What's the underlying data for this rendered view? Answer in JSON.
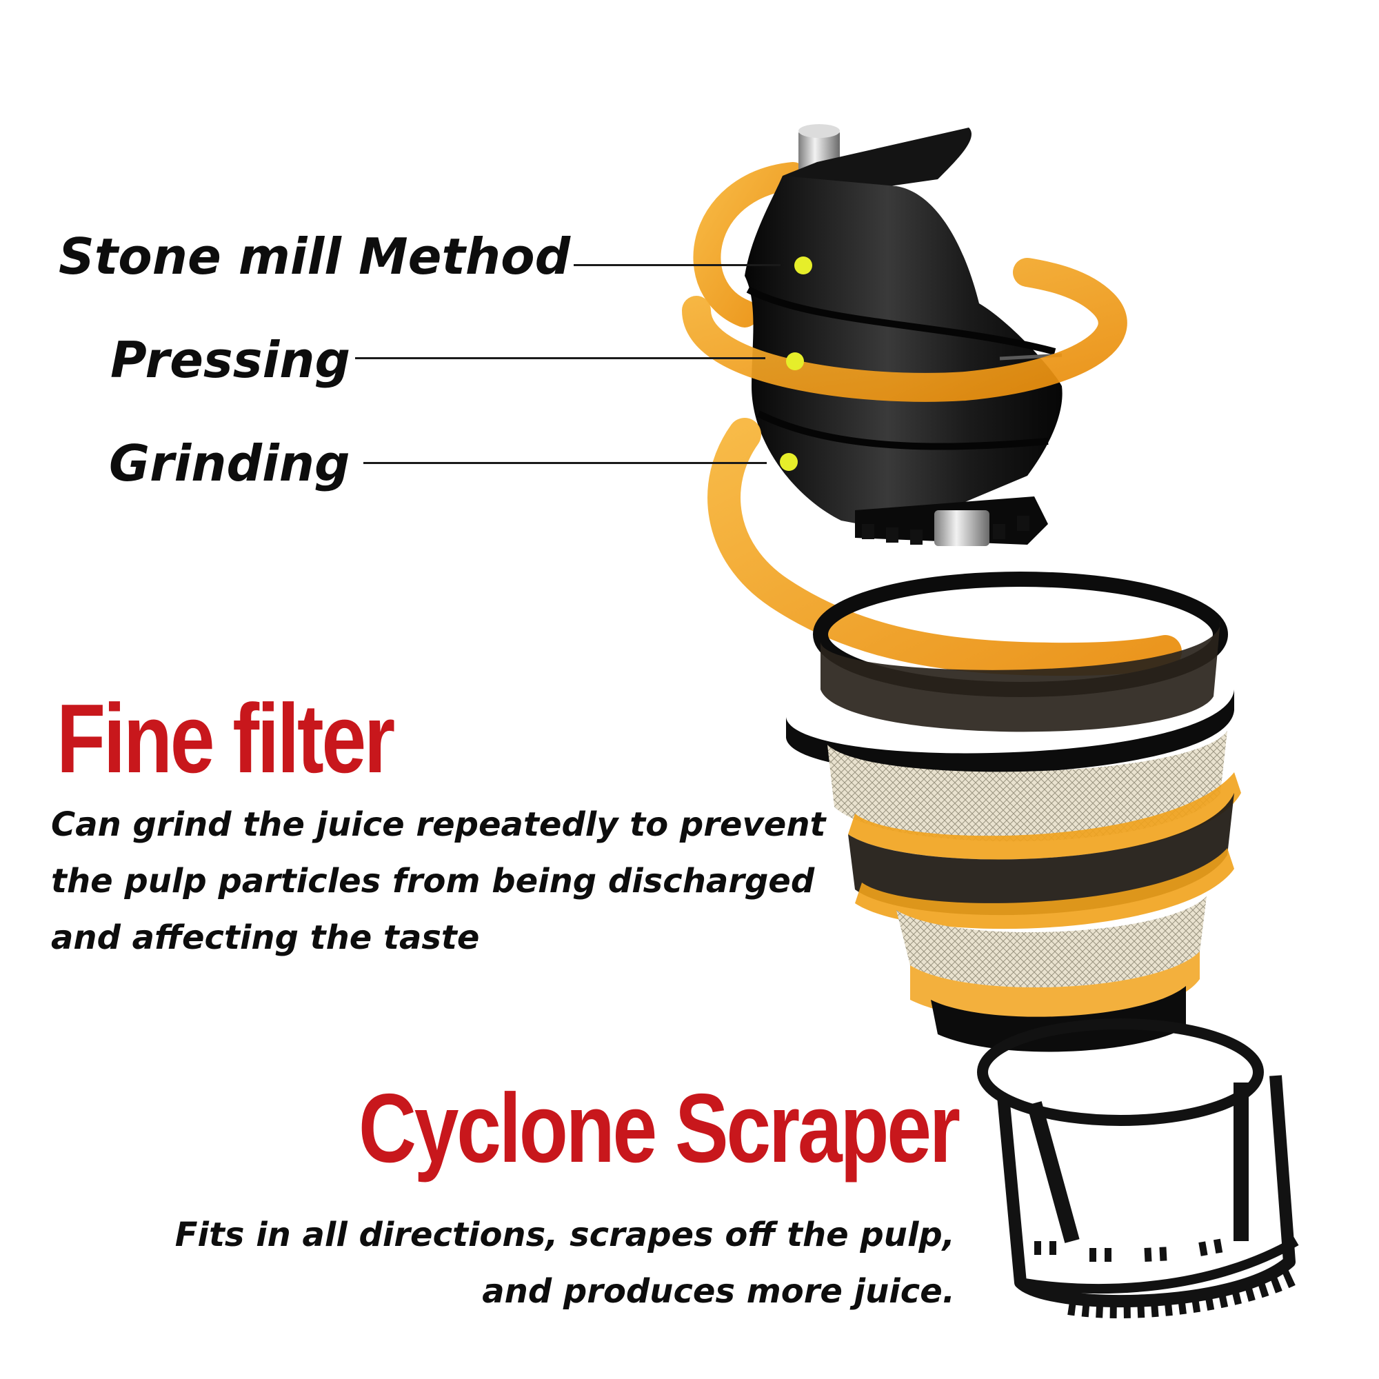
{
  "callouts": [
    {
      "label": "Stone mill Method"
    },
    {
      "label": "Pressing"
    },
    {
      "label": "Grinding"
    }
  ],
  "fine_filter": {
    "title": "Fine filter",
    "description": "Can grind the juice repeatedly to prevent the pulp particles from being discharged and affecting the taste"
  },
  "cyclone_scraper": {
    "title": "Cyclone Scraper",
    "description": "Fits in all directions, scrapes off the pulp, and produces more juice."
  },
  "colors": {
    "heading_red": "#c8171c",
    "juice_orange": "#f3a41e",
    "marker_yellow": "#e6ee2a",
    "part_black": "#151515"
  }
}
